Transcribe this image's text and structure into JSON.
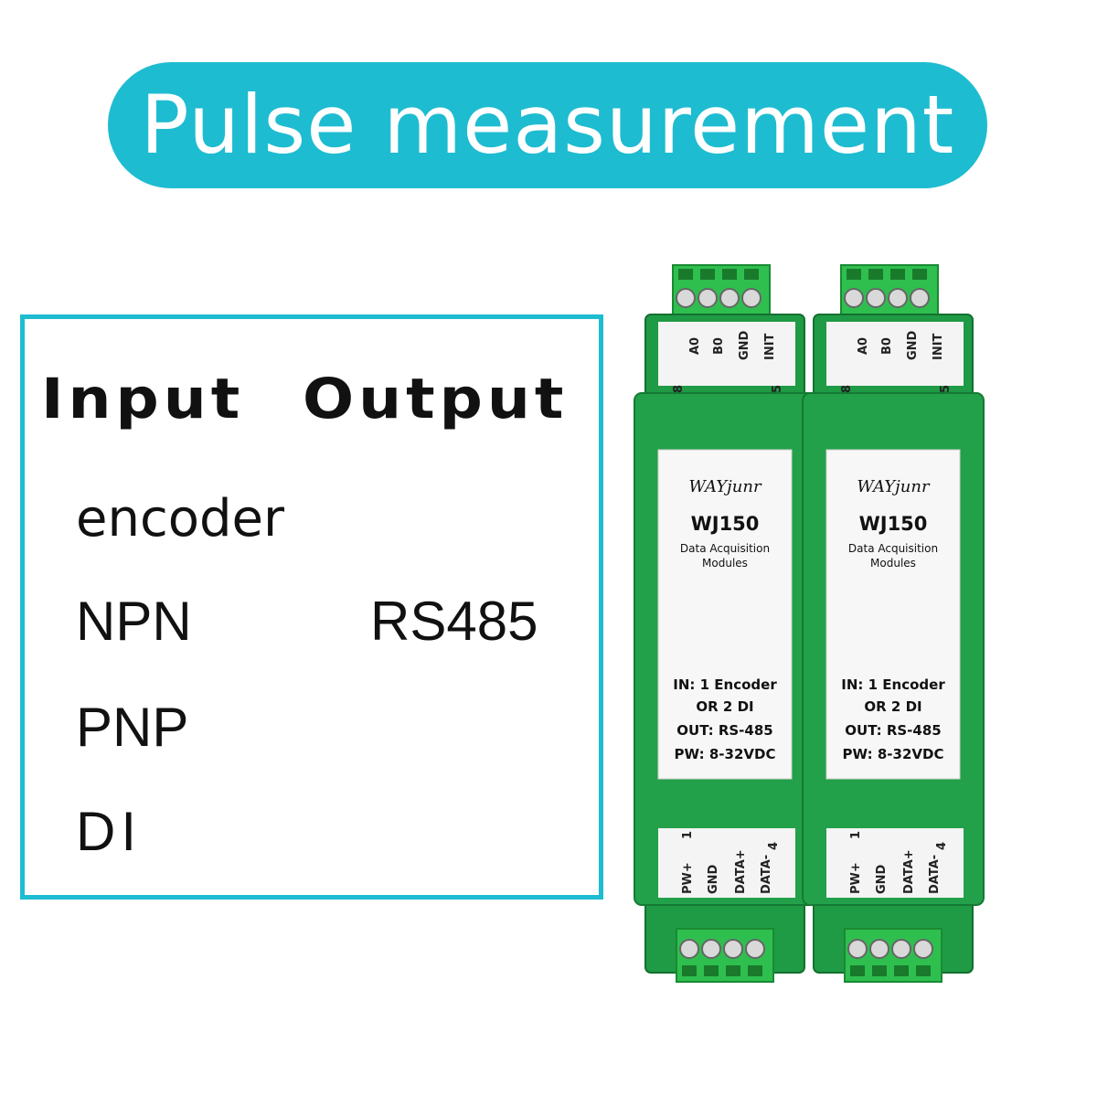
{
  "banner": {
    "title": "Pulse measurement"
  },
  "spec": {
    "input_header": "Input",
    "output_header": "Output",
    "inputs": [
      "encoder",
      "NPN",
      "PNP",
      "DI"
    ],
    "output": "RS485"
  },
  "modules": [
    {
      "top_labels": [
        "A0",
        "B0",
        "GND",
        "INIT"
      ],
      "top_pin_left": "8",
      "top_pin_right": "5",
      "brand": "WAYjunr",
      "model": "WJ150",
      "desc_line1": "Data Acquisition",
      "desc_line2": "Modules",
      "spec1": "IN: 1 Encoder",
      "spec2": "OR 2 DI",
      "spec3": "OUT: RS-485",
      "spec4": "PW: 8-32VDC",
      "bottom_labels": [
        "PW+",
        "GND",
        "DATA+",
        "DATA-"
      ],
      "bottom_pin_left": "1",
      "bottom_pin_right": "4"
    },
    {
      "top_labels": [
        "A0",
        "B0",
        "GND",
        "INIT"
      ],
      "top_pin_left": "8",
      "top_pin_right": "5",
      "brand": "WAYjunr",
      "model": "WJ150",
      "desc_line1": "Data Acquisition",
      "desc_line2": "Modules",
      "spec1": "IN: 1 Encoder",
      "spec2": "OR 2 DI",
      "spec3": "OUT: RS-485",
      "spec4": "PW: 8-32VDC",
      "bottom_labels": [
        "PW+",
        "GND",
        "DATA+",
        "DATA-"
      ],
      "bottom_pin_left": "1",
      "bottom_pin_right": "4"
    }
  ],
  "colors": {
    "accent": "#1ebcd0",
    "module_green": "#1f9a45",
    "terminal_green": "#33c352"
  }
}
